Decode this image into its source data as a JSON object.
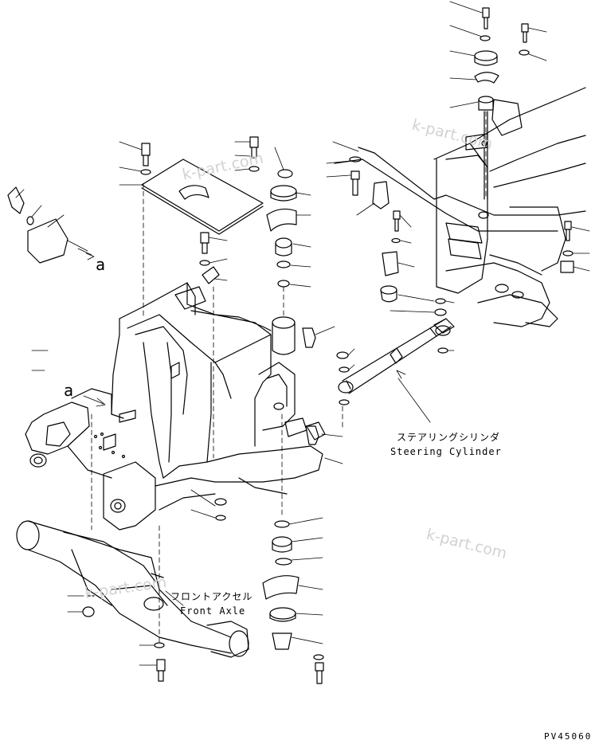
{
  "labels": {
    "steering_cylinder_ja": "ステアリングシリンダ",
    "steering_cylinder_en": "Steering Cylinder",
    "front_axle_ja": "フロントアクセル",
    "front_axle_en": "Front Axle",
    "view_a_upper": "a",
    "view_a_lower": "a",
    "drawing_code": "PV45060"
  },
  "watermark": "k-part.com"
}
